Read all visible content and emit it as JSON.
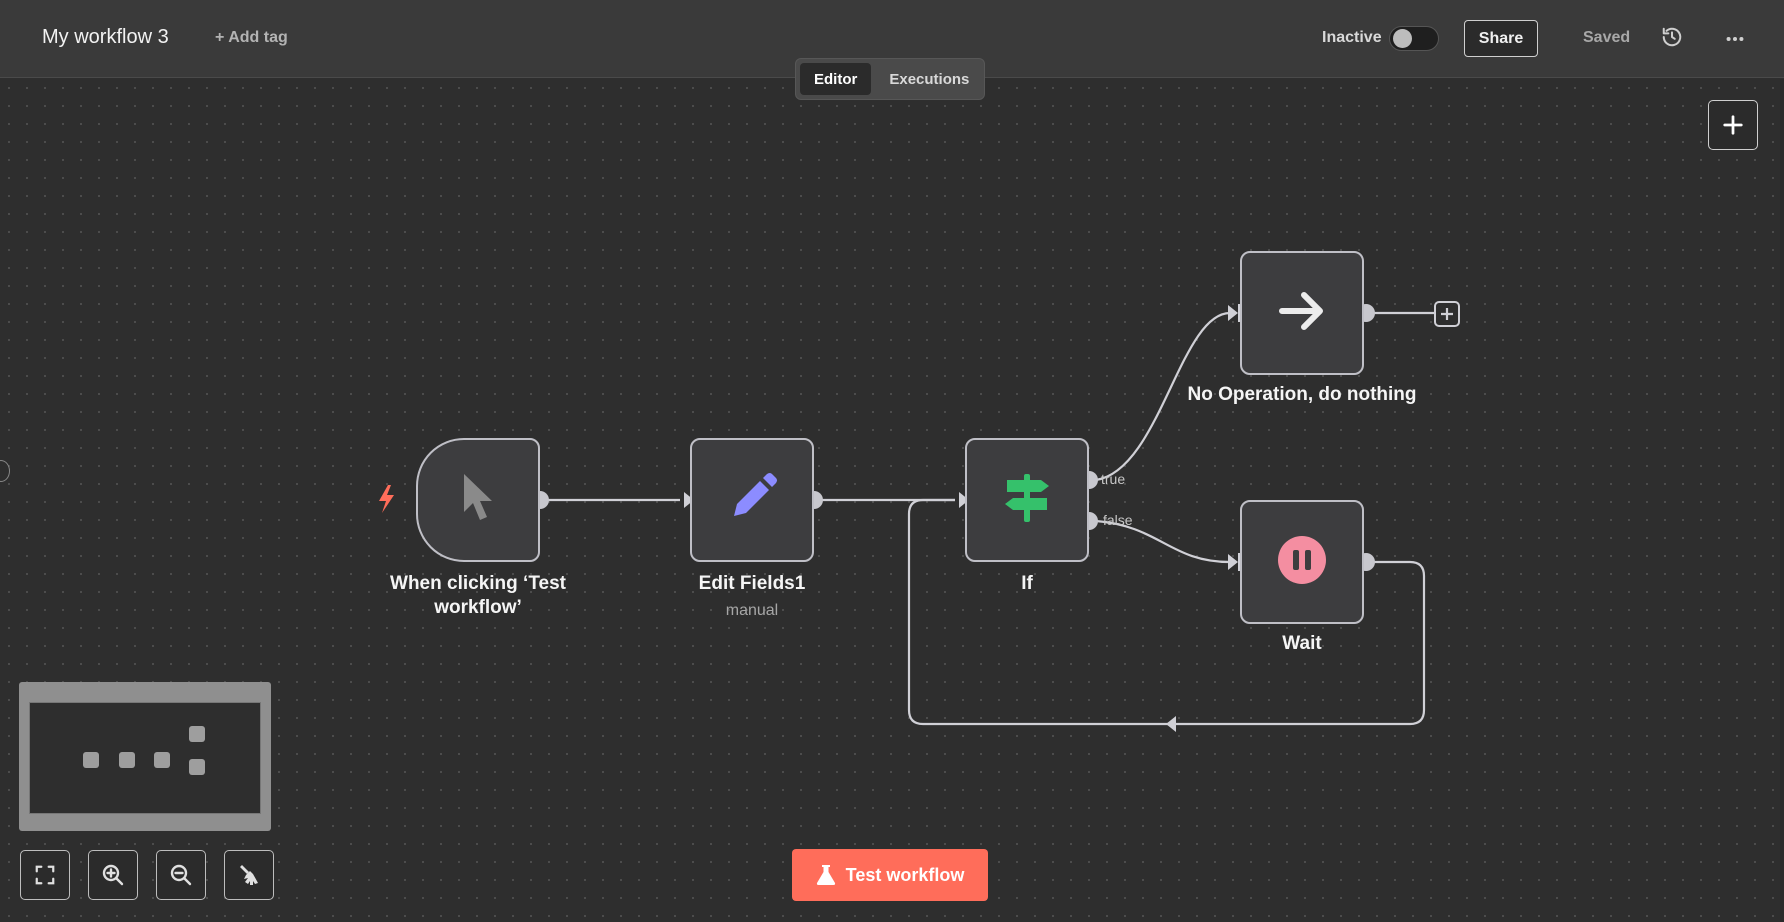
{
  "header": {
    "workflow_title": "My workflow 3",
    "add_tag_label": "+ Add tag",
    "status_label": "Inactive",
    "share_label": "Share",
    "saved_label": "Saved"
  },
  "view_switch": {
    "tabs": [
      {
        "label": "Editor",
        "active": true
      },
      {
        "label": "Executions",
        "active": false
      }
    ]
  },
  "nodes": {
    "trigger": {
      "label": "When clicking ‘Test workflow’",
      "icon": "pointer-icon"
    },
    "edit_fields": {
      "label": "Edit Fields1",
      "subtitle": "manual",
      "icon": "pencil-icon"
    },
    "if": {
      "label": "If",
      "icon": "signpost-icon",
      "outputs": [
        "true",
        "false"
      ]
    },
    "noop": {
      "label": "No Operation, do nothing",
      "icon": "arrow-right-icon"
    },
    "wait": {
      "label": "Wait",
      "icon": "pause-icon"
    }
  },
  "footer": {
    "test_workflow_label": "Test workflow"
  },
  "colors": {
    "accent": "#ff6d5a",
    "node_border": "#bfbfc6",
    "edge": "#d0d0d6",
    "edit_icon": "#8c8cff",
    "if_icon": "#35c16b",
    "wait_icon": "#f48ea1",
    "trigger_bolt": "#ff6d5a"
  }
}
